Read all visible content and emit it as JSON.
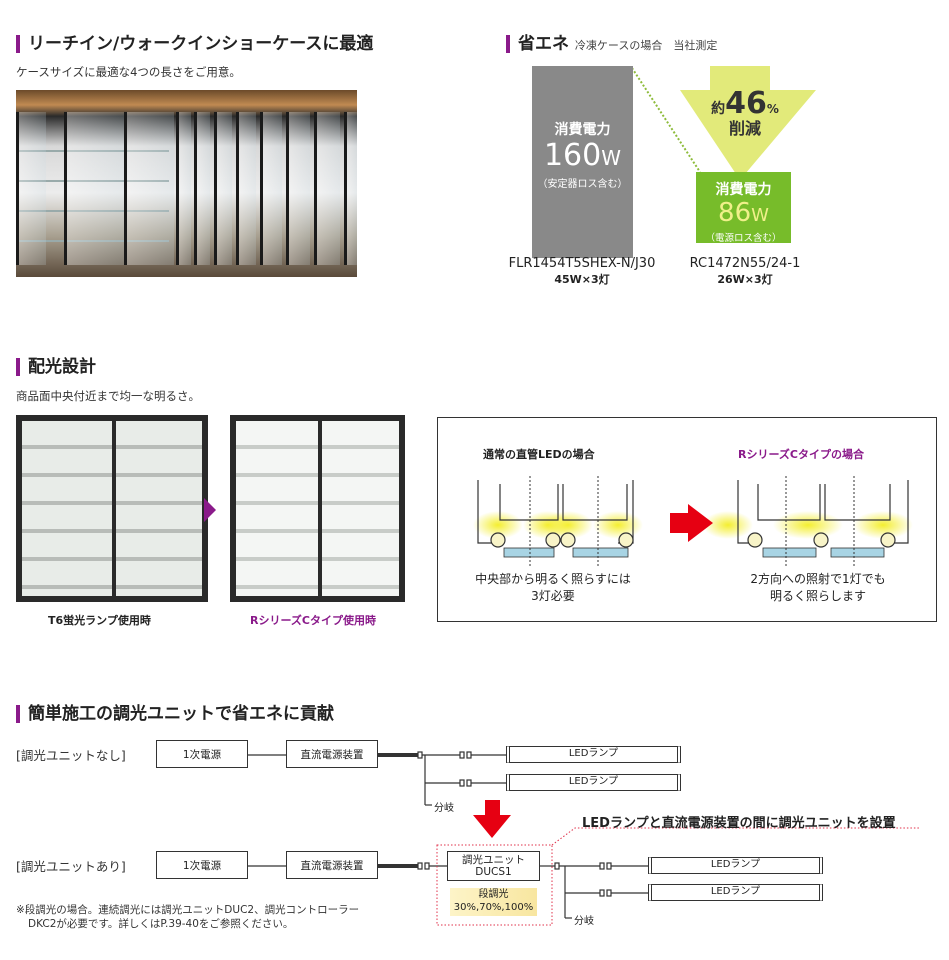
{
  "section1": {
    "title": "リーチイン/ウォークインショーケースに最適",
    "subtitle": "ケースサイズに最適な4つの長さをご用意。"
  },
  "section2": {
    "title": "省エネ",
    "note": "冷凍ケースの場合　当社測定",
    "before": {
      "label": "消費電力",
      "value": "160",
      "unit": "W",
      "note": "（安定器ロス含む）",
      "model": "FLR1454T5SHEX-N/J30",
      "spec": "45W×3灯"
    },
    "after": {
      "label": "消費電力",
      "value": "86",
      "unit": "W",
      "note": "（電源ロス含む）",
      "model": "RC1472N55/24-1",
      "spec": "26W×3灯"
    },
    "reduction": {
      "prefix": "約",
      "value": "46",
      "unit": "%",
      "label": "削減"
    },
    "colors": {
      "gray": "#898989",
      "green": "#77bc2a",
      "yellow": "#e2ea7a"
    }
  },
  "section3": {
    "title": "配光設計",
    "subtitle": "商品面中央付近まで均一な明るさ。",
    "image_captions": [
      "T6蛍光ランプ使用時",
      "RシリーズCタイプ使用時"
    ],
    "diagram_left": {
      "title": "通常の直管LEDの場合",
      "desc1": "中央部から明るく照らすには",
      "desc2": "3灯必要"
    },
    "diagram_right": {
      "title": "RシリーズCタイプの場合",
      "desc1": "2方向への照射で1灯でも",
      "desc2": "明るく照らします"
    }
  },
  "section4": {
    "title": "簡単施工の調光ユニットで省エネに貢献",
    "row1_label": "[調光ユニットなし]",
    "row2_label": "[調光ユニットあり]",
    "primary_power": "1次電源",
    "dc_power": "直流電源装置",
    "lamp": "LEDランプ",
    "branch": "分岐",
    "callout": "LEDランプと直流電源装置の間に調光ユニットを設置",
    "unit_name": "調光ユニット",
    "unit_model": "DUCS1",
    "dimming_label": "段調光",
    "dimming_levels": "30%,70%,100%",
    "footnote1": "※段調光の場合。連続調光には調光ユニットDUC2、調光コントローラー",
    "footnote2": "DKC2が必要です。詳しくはP.39-40をご参照ください。"
  }
}
